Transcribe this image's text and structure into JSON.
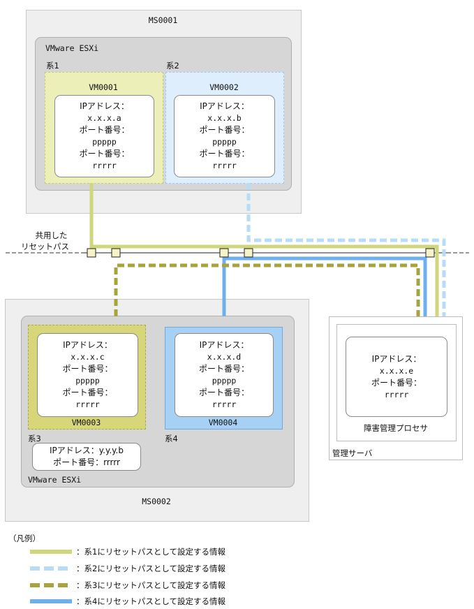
{
  "ms1": {
    "title": "MS0001",
    "esx": "VMware ESXi"
  },
  "ms2": {
    "title": "MS0002",
    "esx": "VMware ESXi"
  },
  "vm1": {
    "group": "系1",
    "name": "VM0001",
    "lines": [
      "IPアドレス：",
      "x.x.x.a",
      "ポート番号：",
      "ppppp",
      "ポート番号：",
      "rrrrr"
    ]
  },
  "vm2": {
    "group": "系2",
    "name": "VM0002",
    "lines": [
      "IPアドレス：",
      "x.x.x.b",
      "ポート番号：",
      "ppppp",
      "ポート番号：",
      "rrrrr"
    ]
  },
  "vm3": {
    "group": "系3",
    "name": "VM0003",
    "lines": [
      "IPアドレス：",
      "x.x.x.c",
      "ポート番号：",
      "ppppp",
      "ポート番号：",
      "rrrrr"
    ]
  },
  "vm4": {
    "group": "系4",
    "name": "VM0004",
    "lines": [
      "IPアドレス：",
      "x.x.x.d",
      "ポート番号：",
      "ppppp",
      "ポート番号：",
      "rrrrr"
    ]
  },
  "sys3_info": {
    "line1": "IPアドレス：y.y.y.b",
    "line2": "ポート番号：rrrrr"
  },
  "shared_path": {
    "line1": "共用した",
    "line2": "リセットパス"
  },
  "mgmt": {
    "lines": [
      "IPアドレス：",
      "x.x.x.e",
      "ポート番号：",
      "rrrrr"
    ],
    "processor": "障害管理プロセサ",
    "server": "管理サーバ"
  },
  "legend": {
    "title": "（凡例）",
    "items": [
      {
        "text": "：系1にリセットパスとして設定する情報",
        "color": "#cfd67c",
        "style": "solid"
      },
      {
        "text": "：系2にリセットパスとして設定する情報",
        "color": "#b6dcf7",
        "style": "dashed"
      },
      {
        "text": "：系3にリセットパスとして設定する情報",
        "color": "#a7a43e",
        "style": "dashed"
      },
      {
        "text": "：系4にリセットパスとして設定する情報",
        "color": "#6eb0ec",
        "style": "solid"
      }
    ]
  },
  "colors": {
    "sys1": "#cfd67c",
    "sys2": "#b6dcf7",
    "sys3": "#a7a43e",
    "sys4": "#6eb0ec"
  }
}
